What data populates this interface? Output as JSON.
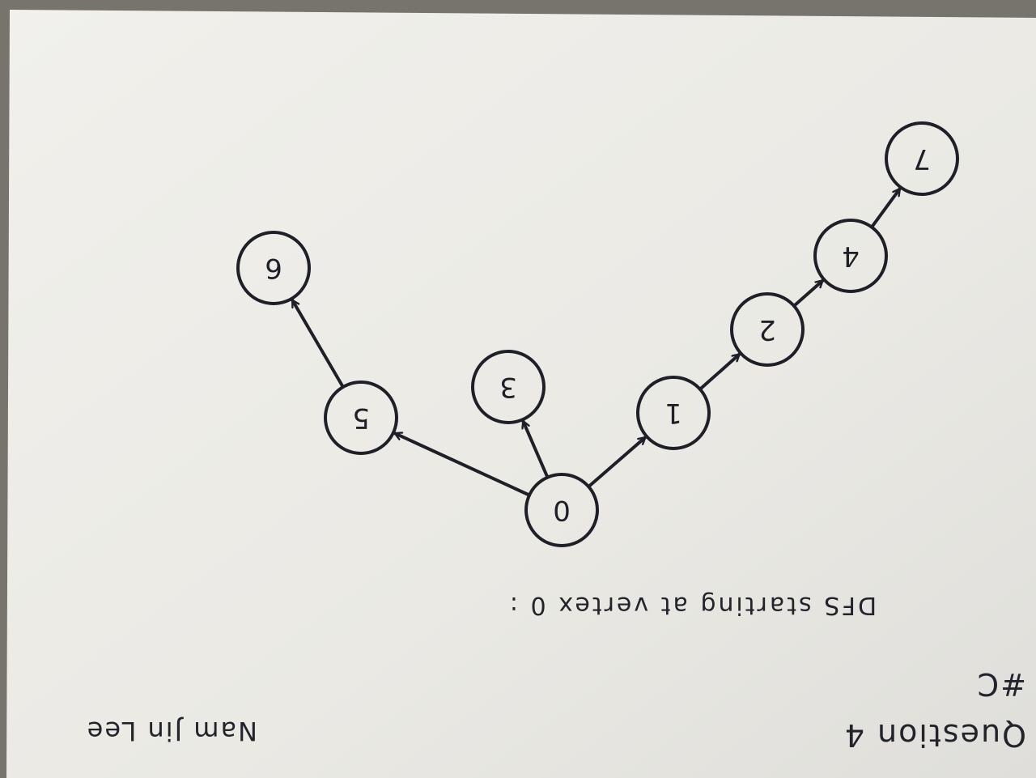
{
  "photo": {
    "subject": "handwritten directed graph on white paper, photographed upside down",
    "paper_color": "#ecebe6",
    "ink_color": "#1f2027",
    "background_color": "#77746d"
  },
  "header": {
    "question": "Question 4",
    "part": "#C",
    "student": "Nam Jin Lee"
  },
  "caption": "DFS starting at vertex 0 :",
  "graph": {
    "nodes": [
      {
        "id": "n0",
        "label": "0"
      },
      {
        "id": "n1",
        "label": "1"
      },
      {
        "id": "n2",
        "label": "2"
      },
      {
        "id": "n3",
        "label": "3"
      },
      {
        "id": "n4",
        "label": "4"
      },
      {
        "id": "n5",
        "label": "5"
      },
      {
        "id": "n6",
        "label": "6"
      },
      {
        "id": "n7",
        "label": "7"
      }
    ],
    "edges": [
      {
        "from": "n0",
        "to": "n1"
      },
      {
        "from": "n0",
        "to": "n3"
      },
      {
        "from": "n0",
        "to": "n5"
      },
      {
        "from": "n1",
        "to": "n2"
      },
      {
        "from": "n2",
        "to": "n4"
      },
      {
        "from": "n4",
        "to": "n7"
      },
      {
        "from": "n5",
        "to": "n6"
      }
    ]
  }
}
